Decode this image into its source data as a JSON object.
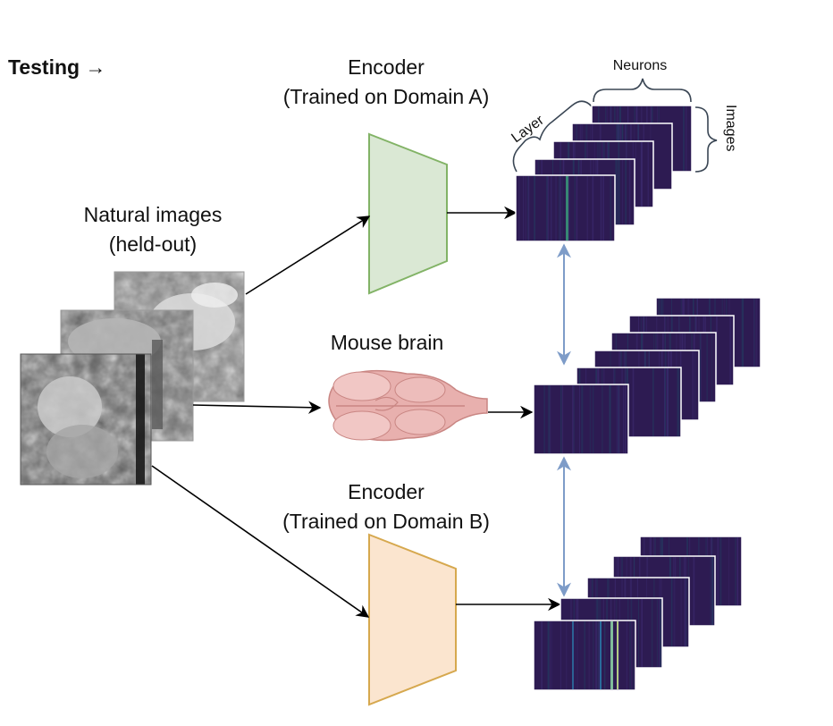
{
  "title": "Testing →",
  "encoder_a": {
    "line1": "Encoder",
    "line2": "(Trained on Domain A)"
  },
  "encoder_b": {
    "line1": "Encoder",
    "line2": "(Trained on Domain B)"
  },
  "natural_images": {
    "line1": "Natural images",
    "line2": "(held-out)"
  },
  "mouse_brain": {
    "label": "Mouse brain"
  },
  "axes": {
    "neurons": "Neurons",
    "images": "Images",
    "layer": "Layer"
  },
  "colors": {
    "encoder_a_fill": "#dae8d4",
    "encoder_a_stroke": "#82b366",
    "encoder_b_fill": "#fbe5cf",
    "encoder_b_stroke": "#d6a84e",
    "heatmap_base": "#2d1b52",
    "double_arrow": "#7e9cc8",
    "arrow": "#000000",
    "brain": "#e8b0ae"
  }
}
